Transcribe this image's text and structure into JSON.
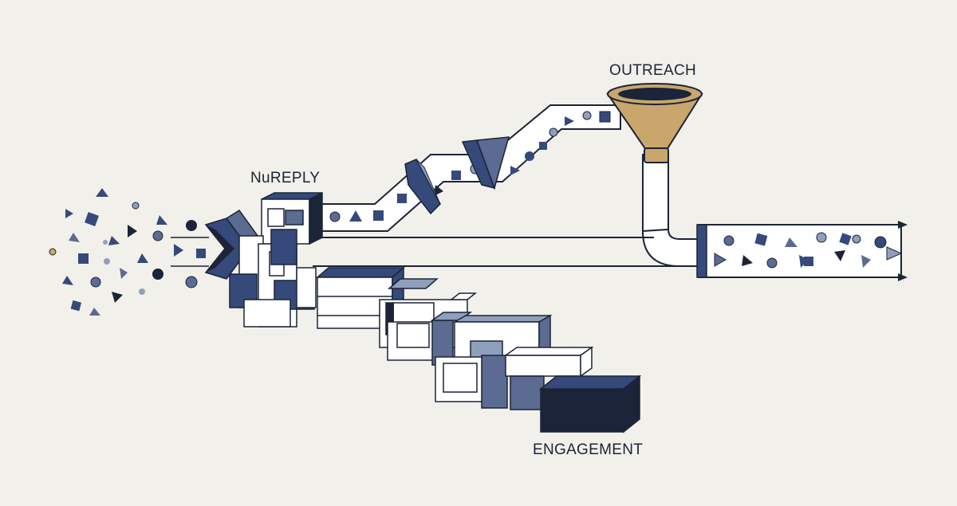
{
  "labels": {
    "nureply": "NuREPLY",
    "outreach": "OUTREACH",
    "engagement": "ENGAGEMENT"
  },
  "colors": {
    "background": "#f2f0ea",
    "navy": "#1b2438",
    "blue": "#354a7a",
    "slate": "#5b6b91",
    "light_slate": "#8fa0bd",
    "funnel": "#c9a66b",
    "funnel_dark": "#a78650",
    "outline": "#1b2438",
    "white": "#ffffff"
  },
  "icons": [
    "scattered-input-shapes",
    "nureply-processor-block",
    "outreach-funnel",
    "engagement-staircase-blocks",
    "arrow-right-icon"
  ]
}
